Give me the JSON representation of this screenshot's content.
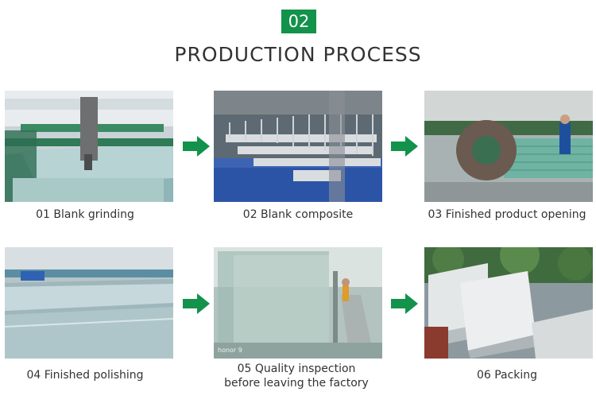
{
  "header": {
    "number": "02",
    "title": "PRODUCTION PROCESS"
  },
  "colors": {
    "accent": "#12924a",
    "text": "#333333"
  },
  "steps": [
    {
      "caption": "01 Blank grinding"
    },
    {
      "caption": "02 Blank composite"
    },
    {
      "caption": "03 Finished product opening"
    },
    {
      "caption": "04 Finished polishing"
    },
    {
      "caption": "05 Quality inspection",
      "caption_line2": "before leaving the factory",
      "watermark": "honor 9"
    },
    {
      "caption": "06 Packing"
    }
  ],
  "arrows": [
    "arrow-right-icon",
    "arrow-right-icon",
    "arrow-right-icon",
    "arrow-right-icon"
  ]
}
